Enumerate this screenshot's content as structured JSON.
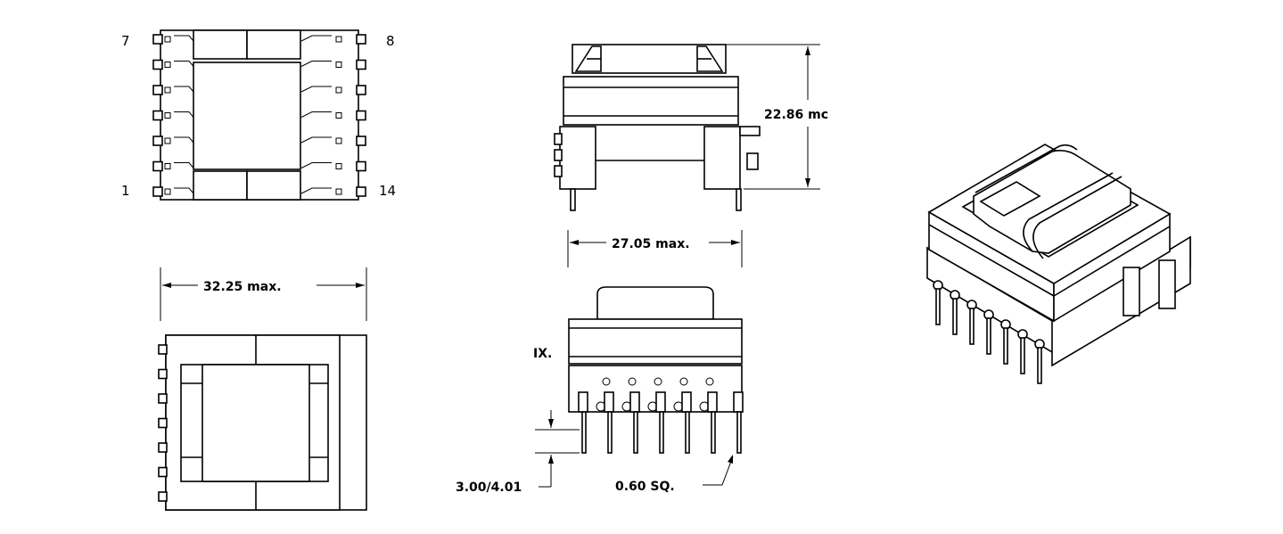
{
  "pin_labels": {
    "top_left": "7",
    "top_right": "8",
    "bottom_left": "1",
    "bottom_right": "14"
  },
  "dimensions": {
    "height": "22.86 mc",
    "depth": "27.05 max.",
    "width": "32.25 max.",
    "standoff": "3.00/4.01",
    "pin_size": "0.60 SQ.",
    "partial_label": "IX."
  },
  "colors": {
    "line": "#000000",
    "background": "#ffffff"
  }
}
